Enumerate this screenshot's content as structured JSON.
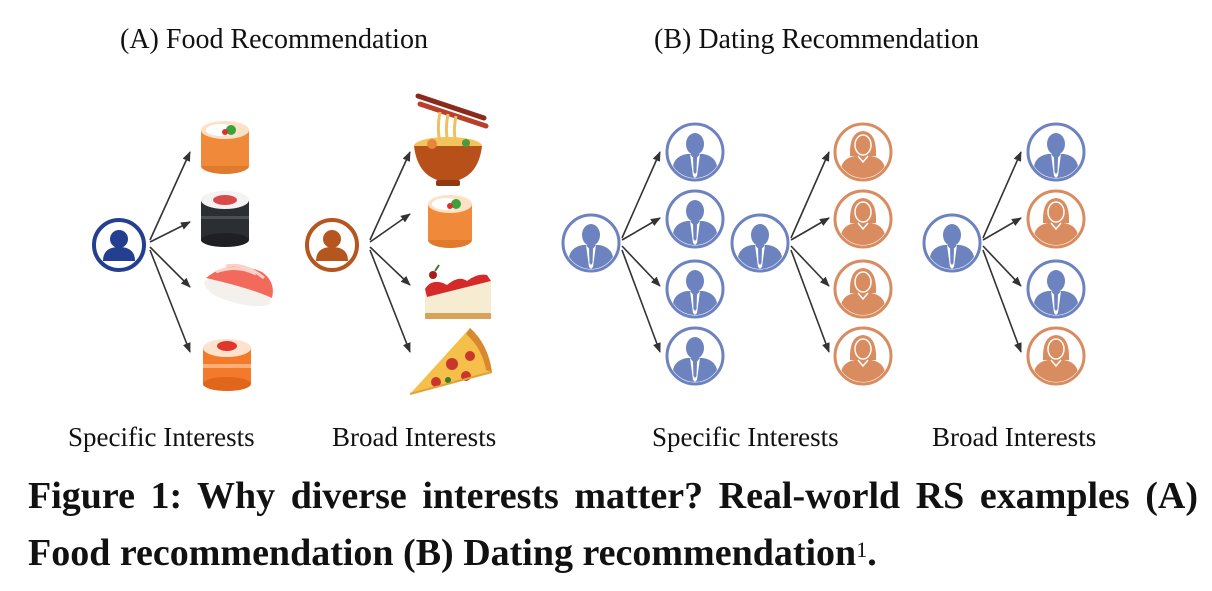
{
  "panels": {
    "food": {
      "title": "(A) Food Recommendation",
      "specific_label": "Specific Interests",
      "broad_label": "Broad Interests",
      "specific_items": [
        "sushi-roll",
        "maki-roll",
        "salmon-nigiri",
        "salmon-roll"
      ],
      "broad_items": [
        "noodle-bowl",
        "sushi-roll",
        "cheesecake",
        "pizza-slice"
      ]
    },
    "dating": {
      "title": "(B) Dating Recommendation",
      "specific_label": "Specific Interests",
      "broad_label": "Broad Interests",
      "specific_male_targets": [
        "male",
        "male",
        "male",
        "male"
      ],
      "specific_female_targets": [
        "female",
        "female",
        "female",
        "female"
      ],
      "broad_targets": [
        "male",
        "female",
        "male",
        "female"
      ]
    }
  },
  "caption": {
    "text": "Figure 1: Why diverse interests matter? Real-world RS examples (A) Food recommendation (B) Dating recommendation",
    "footnote_mark": "1",
    "end": "."
  },
  "colors": {
    "blue_user": "#243f8f",
    "orange_user": "#b5561f",
    "male_person": "#6d83c0",
    "female_person": "#d98c5f",
    "arrow": "#333333"
  }
}
